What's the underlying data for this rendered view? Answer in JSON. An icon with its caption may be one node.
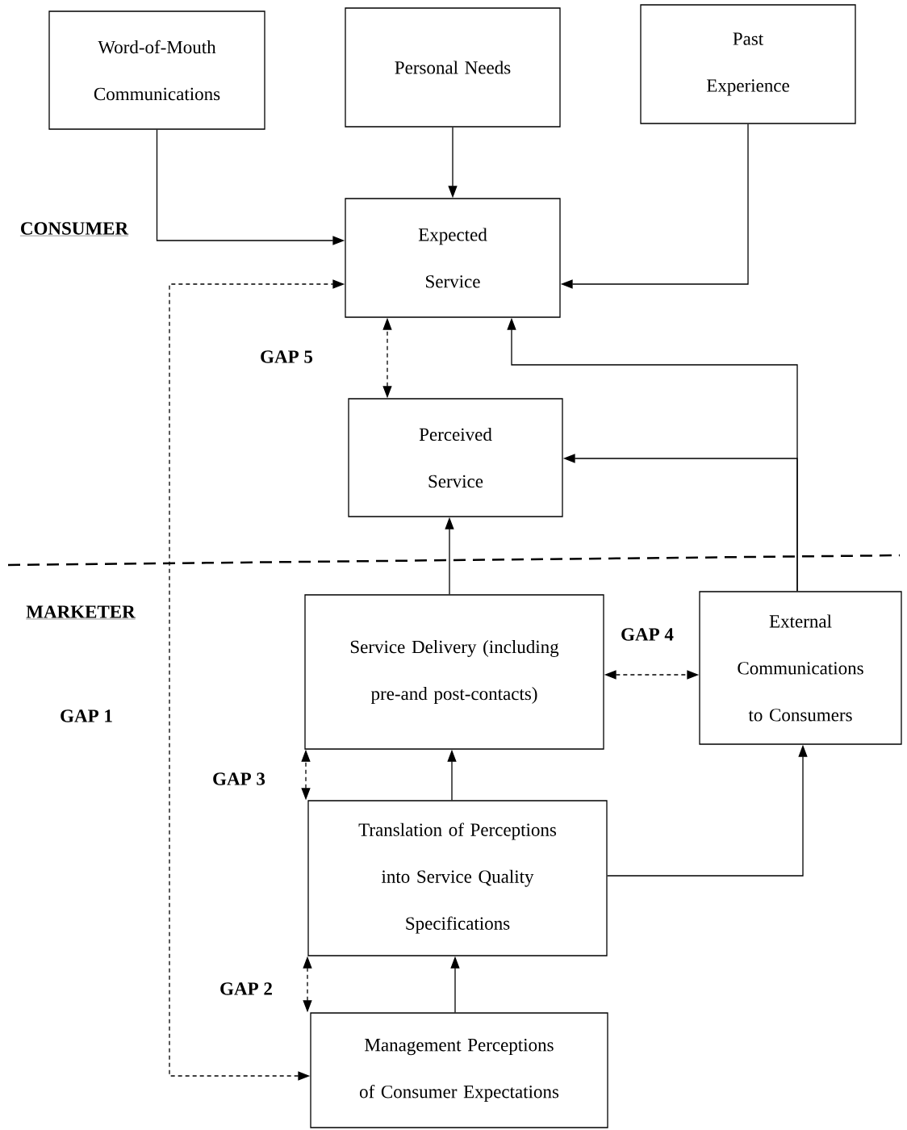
{
  "diagram": {
    "nodes": [
      {
        "text": [
          "Word-of-Mouth Communications"
        ]
      },
      {
        "text": [
          "Personal Needs"
        ]
      },
      {
        "text": [
          "Past Experience"
        ]
      },
      {
        "text": [
          "Expected Service"
        ]
      },
      {
        "text": [
          "Perceived Service"
        ]
      },
      {
        "text": [
          "Service Delivery (including pre-and post-contacts)"
        ]
      },
      {
        "text": [
          "External Communications to Consumers"
        ]
      },
      {
        "text": [
          "Translation of Perceptions into Service Quality Specifications"
        ]
      },
      {
        "text": [
          "Management Perceptions of Consumer Expectations"
        ]
      }
    ],
    "edges": [
      {
        "from": 0,
        "to": 3,
        "arrow": "to"
      },
      {
        "from": 1,
        "to": 3,
        "arrow": "to"
      },
      {
        "from": 2,
        "to": 3,
        "arrow": "to"
      },
      {
        "from": 4,
        "to": 3,
        "arrow": "both",
        "style": "dashed",
        "label": "GAP 5"
      },
      {
        "from": 6,
        "to": 3,
        "arrow": "to"
      },
      {
        "from": 6,
        "to": 4,
        "arrow": "to"
      },
      {
        "from": 5,
        "to": 4,
        "arrow": "to"
      },
      {
        "from": 5,
        "to": 6,
        "arrow": "both",
        "style": "dashed",
        "label": "GAP 4"
      },
      {
        "from": 7,
        "to": 5,
        "arrow": "to"
      },
      {
        "from": 7,
        "to": 6,
        "arrow": "to"
      },
      {
        "from": 8,
        "to": 7,
        "arrow": "to"
      },
      {
        "from": 7,
        "to": 5,
        "arrow": "both",
        "style": "dashed",
        "label": "GAP 3"
      },
      {
        "from": 8,
        "to": 7,
        "arrow": "both",
        "style": "dashed",
        "label": "GAP 2"
      },
      {
        "from": 8,
        "to": 3,
        "arrow": "both",
        "style": "dashed",
        "label": "GAP 1"
      }
    ],
    "labels": [
      "CONSUMER",
      "MARKETER"
    ]
  }
}
